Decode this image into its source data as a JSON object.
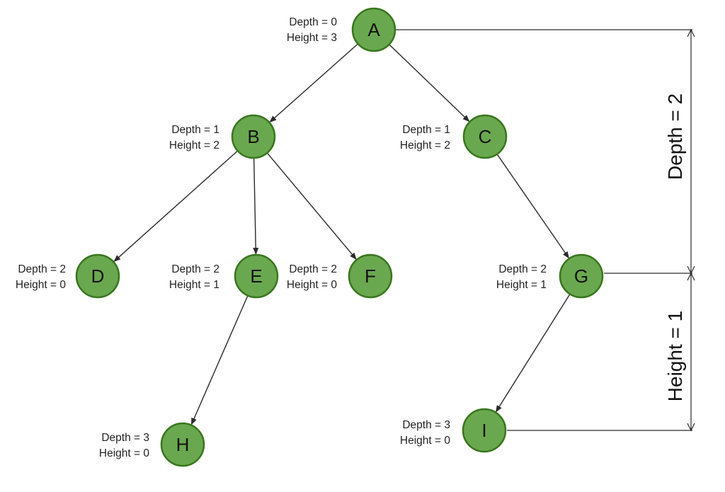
{
  "diagram": {
    "nodes": [
      {
        "id": "A",
        "label": "A",
        "depth_text": "Depth = 0",
        "height_text": "Height = 3"
      },
      {
        "id": "B",
        "label": "B",
        "depth_text": "Depth = 1",
        "height_text": "Height = 2"
      },
      {
        "id": "C",
        "label": "C",
        "depth_text": "Depth = 1",
        "height_text": "Height = 2"
      },
      {
        "id": "D",
        "label": "D",
        "depth_text": "Depth = 2",
        "height_text": "Height = 0"
      },
      {
        "id": "E",
        "label": "E",
        "depth_text": "Depth = 2",
        "height_text": "Height = 1"
      },
      {
        "id": "F",
        "label": "F",
        "depth_text": "Depth = 2",
        "height_text": "Height = 0"
      },
      {
        "id": "G",
        "label": "G",
        "depth_text": "Depth = 2",
        "height_text": "Height = 1"
      },
      {
        "id": "H",
        "label": "H",
        "depth_text": "Depth = 3",
        "height_text": "Height = 0"
      },
      {
        "id": "I",
        "label": "I",
        "depth_text": "Depth = 3",
        "height_text": "Height = 0"
      }
    ],
    "edges": [
      {
        "from": "A",
        "to": "B"
      },
      {
        "from": "A",
        "to": "C"
      },
      {
        "from": "B",
        "to": "D"
      },
      {
        "from": "B",
        "to": "E"
      },
      {
        "from": "B",
        "to": "F"
      },
      {
        "from": "C",
        "to": "G"
      },
      {
        "from": "E",
        "to": "H"
      },
      {
        "from": "G",
        "to": "I"
      }
    ],
    "measurements": {
      "depth_label": "Depth = 2",
      "height_label": "Height  = 1"
    },
    "colors": {
      "node_fill": "#6aa84f",
      "node_stroke": "#38761d",
      "edge": "#2a2a2a"
    }
  }
}
